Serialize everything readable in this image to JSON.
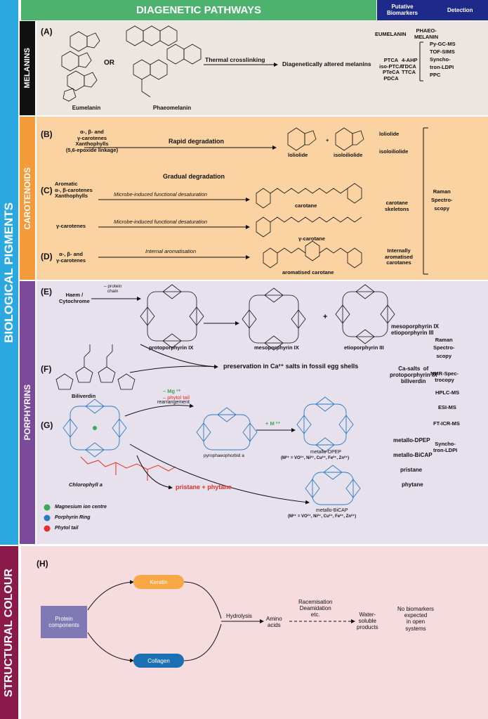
{
  "header": {
    "pathways": "DIAGENETIC PATHWAYS",
    "biomarkers": "Putative Biomarkers",
    "detection": "Detection"
  },
  "bands": {
    "biological": "BIOLOGICAL PIGMENTS",
    "structural": "STRUCTURAL COLOUR",
    "melanins": "MELANINS",
    "carotenoids": "CAROTENOIDS",
    "porphyrins": "PORPHYRINS"
  },
  "colors": {
    "blue_band": "#2ba8e0",
    "maroon_band": "#8b1a4a",
    "black_band": "#111111",
    "orange_band": "#f39a3a",
    "purple_band": "#7b4a9a",
    "header_green": "#4db26e",
    "header_navy": "#1e2a8a",
    "melanin_bg": "#ede6e0",
    "carotenoid_bg": "#fbd3a3",
    "porphyrin_bg": "#e7e1ee",
    "structural_bg": "#f6dbdf",
    "keratin": "#f7a845",
    "collagen": "#1c6fb2",
    "protein": "#8179b3",
    "mg_dot": "#3aa855",
    "ring_dot": "#2b7bc0",
    "phytol_dot": "#e3302b"
  },
  "melanins": {
    "letter": "(A)",
    "or": "OR",
    "eumelanin": "Eumelanin",
    "phaeomelanin": "Phaeomelanin",
    "crosslink": "Thermal crosslinking",
    "altered": "Diagenetically altered melanins",
    "bm_eu": "EUMELANIN",
    "bm_phaeo": "PHAEO-\nMELANIN",
    "bm_eu_list": "PTCA\niso-PTCA\nPTeCA\nPDCA",
    "bm_phaeo_list": "4-AHP\nTDCA\nTTCA",
    "detection": "Py-GC-MS\nTOF-SIMS\nSyncho-\ntron-LDPI\nPPC"
  },
  "carotenoids": {
    "b_letter": "(B)",
    "b_src": "α-, β- and\nγ-carotenes\nXanthophylls\n(5,6-epoxide linkage)",
    "b_arrow": "Rapid degradation",
    "loliolide": "loliolide",
    "isoloiolide": "isoloiliolide",
    "bm_loliolide": "loliolide",
    "bm_isoloiolide": "isoloiliolide",
    "gradual": "Gradual degradation",
    "c_letter": "(C)",
    "c_src1": "Aromatic\nα-, β-carotenes\nXanthophylls",
    "c_arrow1": "Microbe-induced functional desaturation",
    "carotane": "carotane",
    "bm_carotane": "carotane\nskeletons",
    "c_src2": "γ-carotenes",
    "c_arrow2": "Microbe-induced functional desaturation",
    "gamma_carotane": "γ-carotane",
    "d_letter": "(D)",
    "d_src": "α-, β- and\nγ-carotenes",
    "d_arrow": "Internal aromatisation",
    "aromatised": "aromatised carotane",
    "bm_internal": "Internally\naromatised\ncarotanes",
    "detection": "Raman\nSpectro-\nscopy"
  },
  "porphyrins": {
    "e_letter": "(E)",
    "haem": "Haem /\nCytochrome",
    "protein_chain": "– protein\nchain",
    "protoporphyrin": "protoporphyrin IX",
    "mesoporphyrin": "mesoporphyrin IX",
    "etioporphyrin": "etioporphyrin III",
    "plus": "+",
    "bm_e": "mesoporphyrin IX\netioporphyrin III",
    "f_letter": "(F)",
    "biliverdin": "Biliverdin",
    "preservation": "preservation in Ca²⁺ salts in fossil egg shells",
    "bm_f": "Ca-salts  of\nprotoporphyrin IX\nbiliverdin",
    "g_letter": "(G)",
    "minus_mg": "– Mg ²⁺",
    "minus_phytol": "– phytol tail",
    "rearrangement": "rearrangement",
    "pyrophaeophorbid": "pyrophaeophorbid a",
    "plus_m": "+ M ²⁺",
    "metallo_dpep": "metallo-DPEP",
    "metallo_dpep_sub": "(M²⁺ = VO²⁺, Ni²⁺, Cu²⁺, Fe²⁺, Zn²⁺)",
    "chlorophyll": "Chlorophyll a",
    "pristane_phytane": "pristane + phytane",
    "metallo_bicap": "metallo-BiCAP",
    "metallo_bicap_sub": "(M²⁺ = VO²⁺, Ni²⁺, Cu²⁺, Fe²⁺, Zn²⁺)",
    "legend_mg": "Magnesium ion centre",
    "legend_ring": "Porphyrin Ring",
    "legend_phytol": "Phytol tail",
    "bm_g": [
      "metallo-DPEP",
      "metallo-BiCAP",
      "pristane",
      "phytane"
    ],
    "detection": [
      "Raman\nSpectro-\nscopy",
      "NMR-Spec-\ntrocopy",
      "HPLC-MS",
      "ESI-MS",
      "FT-ICR-MS",
      "Syncho-\ntron-LDPI"
    ]
  },
  "structural": {
    "h_letter": "(H)",
    "protein": "Protein\ncomponents",
    "keratin": "Keratin",
    "collagen": "Collagen",
    "hydrolysis": "Hydrolysis",
    "amino": "Amino\nacids",
    "racemisation": "Racemisation\nDeamidation\netc.",
    "water": "Water-\nsoluble\nproducts",
    "no_biomarkers": "No biomarkers\nexpected\nin open\nsystems"
  }
}
